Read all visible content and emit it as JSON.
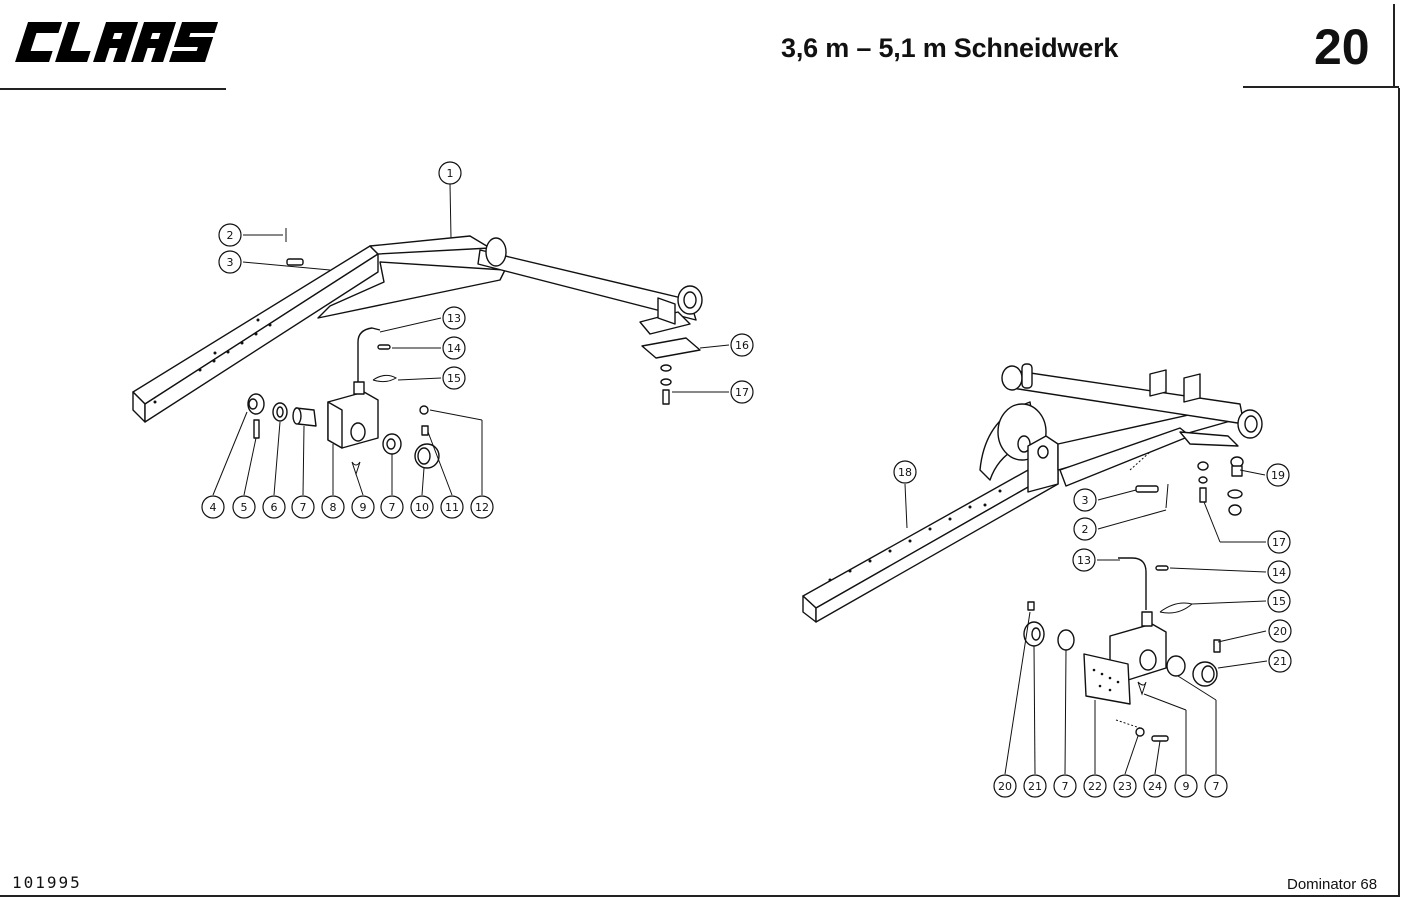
{
  "header": {
    "brand": "CLAAS",
    "title": "3,6 m  – 5,1 m Schneidwerk",
    "page_number": "20"
  },
  "footer": {
    "doc_number": "101995",
    "machine": "Dominator 68"
  },
  "callouts_left": [
    "1",
    "2",
    "3",
    "4",
    "5",
    "6",
    "7",
    "8",
    "9",
    "7",
    "10",
    "11",
    "12",
    "13",
    "14",
    "15",
    "16",
    "17"
  ],
  "callouts_right": [
    "18",
    "19",
    "3",
    "2",
    "17",
    "13",
    "14",
    "15",
    "20",
    "21",
    "20",
    "21",
    "7",
    "22",
    "23",
    "24",
    "9",
    "7"
  ]
}
